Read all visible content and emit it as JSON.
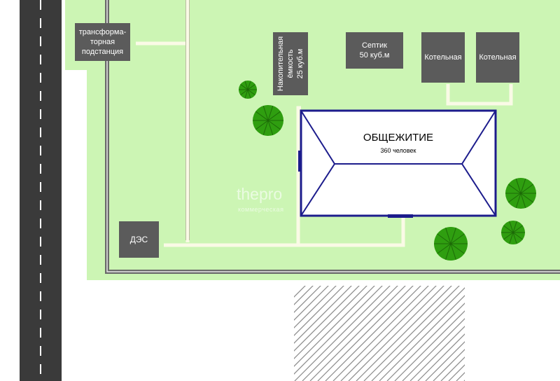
{
  "buildings": {
    "transformer": "трансформа-\nторная\nподстанция",
    "storage_tank": "Накопительная\nёмкость\n25 куб.м",
    "septic": "Септик\n50 куб.м",
    "boiler_1": "Котельная",
    "boiler_2": "Котельная",
    "diesel": "ДЭС"
  },
  "dormitory": {
    "title": "ОБЩЕЖИТИЕ",
    "capacity": "360 человек"
  },
  "watermark": {
    "brand": "thepro",
    "tagline": "коммерческая"
  },
  "colors": {
    "grass": "#ccf5b4",
    "road": "#3a3a3a",
    "block": "#5b5b5b",
    "path": "#fafae6",
    "dorm_outline": "#1c1c8c",
    "tree": "#2f9e10"
  }
}
